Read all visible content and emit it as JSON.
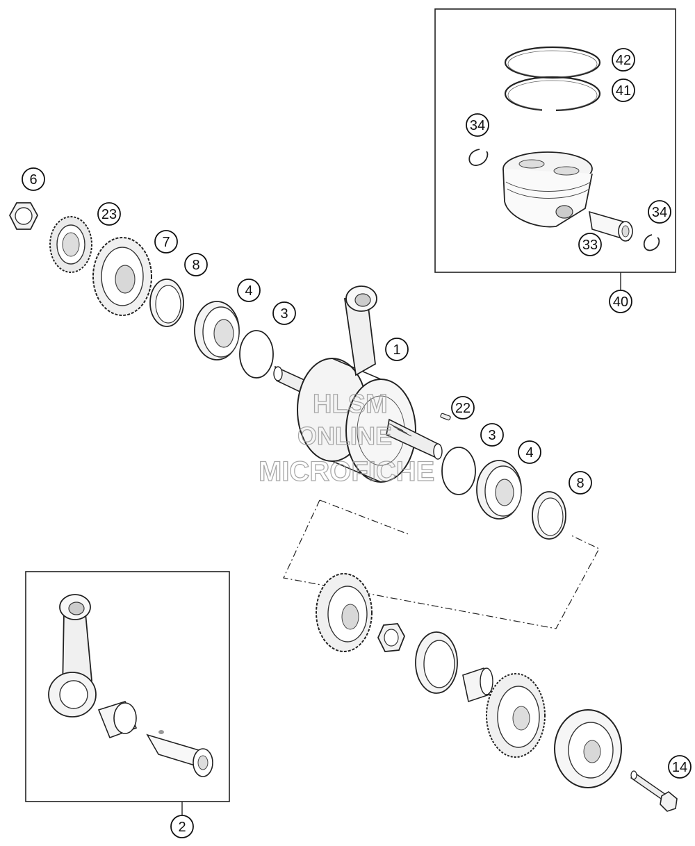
{
  "diagram": {
    "callouts": [
      {
        "id": "c6",
        "label": "6"
      },
      {
        "id": "c23",
        "label": "23"
      },
      {
        "id": "c7",
        "label": "7"
      },
      {
        "id": "c8a",
        "label": "8"
      },
      {
        "id": "c4a",
        "label": "4"
      },
      {
        "id": "c3a",
        "label": "3"
      },
      {
        "id": "c1",
        "label": "1"
      },
      {
        "id": "c22",
        "label": "22"
      },
      {
        "id": "c3b",
        "label": "3"
      },
      {
        "id": "c4b",
        "label": "4"
      },
      {
        "id": "c8b",
        "label": "8"
      },
      {
        "id": "c42",
        "label": "42"
      },
      {
        "id": "c41",
        "label": "41"
      },
      {
        "id": "c34a",
        "label": "34"
      },
      {
        "id": "c34b",
        "label": "34"
      },
      {
        "id": "c33",
        "label": "33"
      },
      {
        "id": "c40",
        "label": "40"
      },
      {
        "id": "c2",
        "label": "2"
      },
      {
        "id": "c14",
        "label": "14"
      }
    ],
    "watermark": {
      "line1": "HLSM",
      "line2": "ONLINE",
      "line3": "MICROFICHE"
    }
  }
}
